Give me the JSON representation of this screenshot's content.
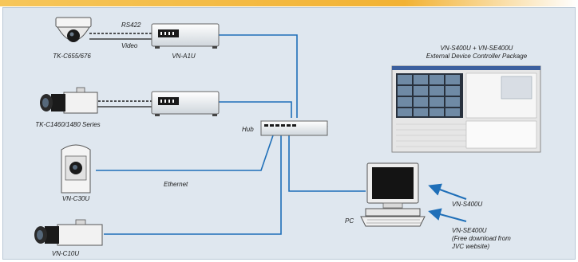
{
  "colors": {
    "accent_bar": "#f2b233",
    "panel_bg": "#dfe7ef",
    "ethernet_line": "#1f6fb8",
    "arrow": "#1f6fb8",
    "device_body": "#f4f4f4"
  },
  "labels": {
    "rs422": "RS422",
    "video": "Video",
    "cam1": "TK-C655/676",
    "encoder1": "VN-A1U",
    "cam2": "TK-C1460/1480 Series",
    "hub": "Hub",
    "cam3": "VN-C30U",
    "ethernet": "Ethernet",
    "cam4": "VN-C10U",
    "pc": "PC",
    "package_line1": "VN-S400U + VN-SE400U",
    "package_line2": "External Device Controller Package",
    "software1": "VN-S400U",
    "software2_line1": "VN-SE400U",
    "software2_line2": "(Free download from",
    "software2_line3": "JVC website)"
  }
}
